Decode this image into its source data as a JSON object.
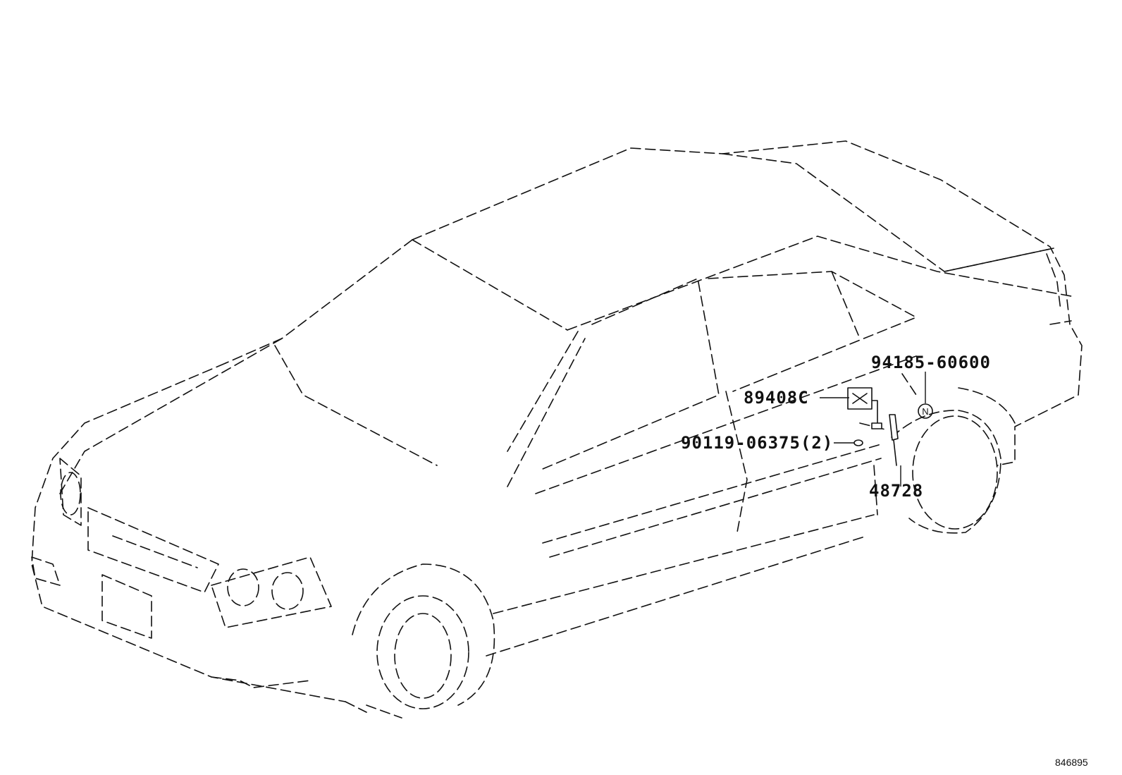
{
  "callouts": {
    "sensor_bracket": "89408C",
    "screw": "90119-06375(2)",
    "link": "48728",
    "wire_harness": "94185-60600"
  },
  "symbol": "N",
  "figure_ref": "846895"
}
